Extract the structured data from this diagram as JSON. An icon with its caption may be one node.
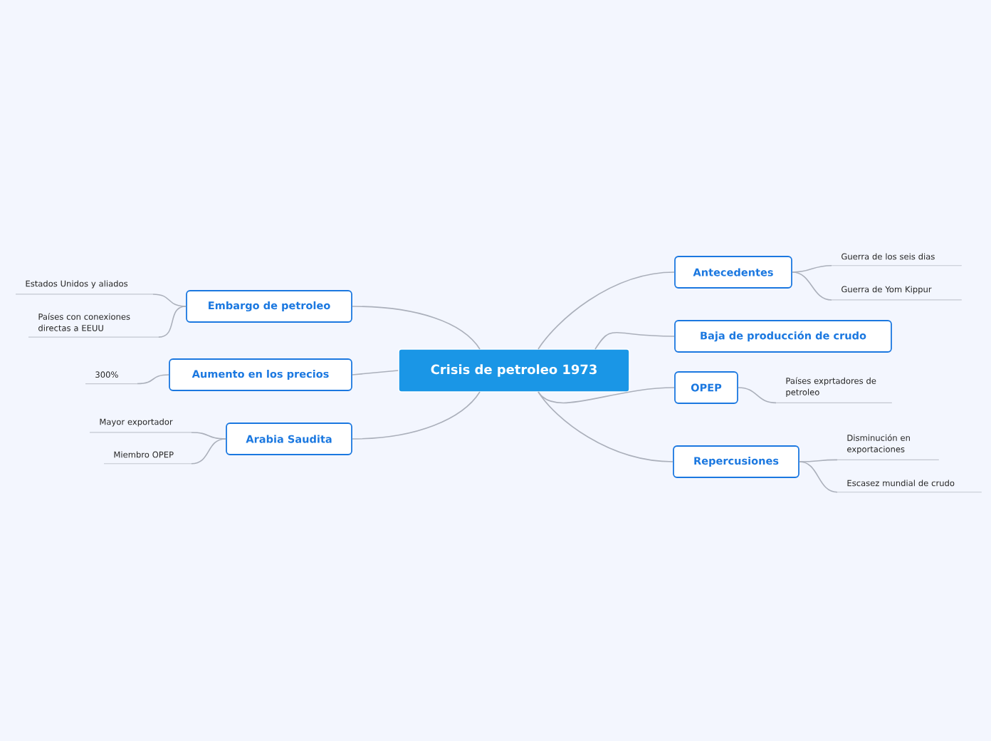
{
  "diagram": {
    "nodes": [
      {
        "text": [
          "Crisis de petroleo 1973"
        ]
      },
      {
        "text": [
          "Antecedentes"
        ]
      },
      {
        "text": [
          "Guerra de los seis dias"
        ]
      },
      {
        "text": [
          "Guerra de Yom Kippur"
        ]
      },
      {
        "text": [
          "Baja de producción de crudo"
        ]
      },
      {
        "text": [
          "OPEP"
        ]
      },
      {
        "text": [
          "Países exprtadores de petroleo"
        ]
      },
      {
        "text": [
          "Repercusiones"
        ]
      },
      {
        "text": [
          "Disminución en exportaciones"
        ]
      },
      {
        "text": [
          "Escasez mundial de crudo"
        ]
      },
      {
        "text": [
          "Embargo de petroleo"
        ]
      },
      {
        "text": [
          "Estados Unidos y aliados"
        ]
      },
      {
        "text": [
          "Países con conexiones directas a EEUU"
        ]
      },
      {
        "text": [
          "Aumento en los precios"
        ]
      },
      {
        "text": [
          "300%"
        ]
      },
      {
        "text": [
          "Arabia Saudita"
        ]
      },
      {
        "text": [
          "Mayor exportador"
        ]
      },
      {
        "text": [
          "Miembro OPEP"
        ]
      }
    ],
    "edges": [
      {
        "from": 0,
        "to": 1,
        "arrow": "none"
      },
      {
        "from": 1,
        "to": 2,
        "arrow": "none"
      },
      {
        "from": 1,
        "to": 3,
        "arrow": "none"
      },
      {
        "from": 0,
        "to": 4,
        "arrow": "none"
      },
      {
        "from": 0,
        "to": 5,
        "arrow": "none"
      },
      {
        "from": 5,
        "to": 6,
        "arrow": "none"
      },
      {
        "from": 0,
        "to": 7,
        "arrow": "none"
      },
      {
        "from": 7,
        "to": 8,
        "arrow": "none"
      },
      {
        "from": 7,
        "to": 9,
        "arrow": "none"
      },
      {
        "from": 0,
        "to": 10,
        "arrow": "none"
      },
      {
        "from": 10,
        "to": 11,
        "arrow": "none"
      },
      {
        "from": 10,
        "to": 12,
        "arrow": "none"
      },
      {
        "from": 0,
        "to": 13,
        "arrow": "none"
      },
      {
        "from": 13,
        "to": 14,
        "arrow": "none"
      },
      {
        "from": 0,
        "to": 15,
        "arrow": "none"
      },
      {
        "from": 15,
        "to": 16,
        "arrow": "none"
      },
      {
        "from": 15,
        "to": 17,
        "arrow": "none"
      }
    ]
  }
}
